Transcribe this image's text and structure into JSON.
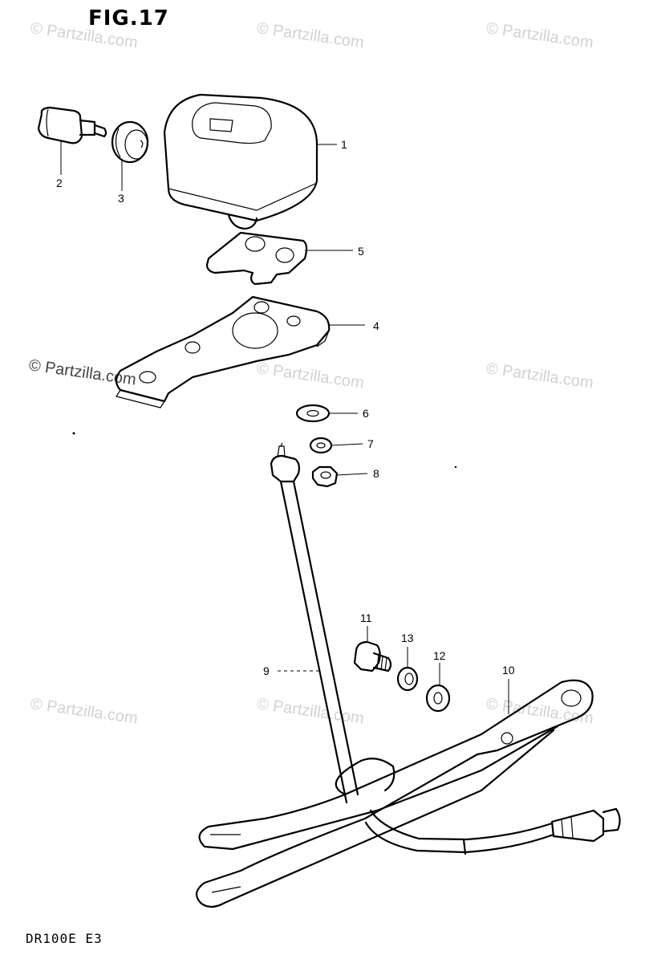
{
  "figure": {
    "title": "FIG.17",
    "model_code": "DR100E E3"
  },
  "watermarks": [
    {
      "text": "© Partzilla.com",
      "style": "light"
    },
    {
      "text": "© Partzilla.com",
      "style": "light"
    },
    {
      "text": "© Partzilla.com",
      "style": "light"
    },
    {
      "text": "© Partzilla.com",
      "style": "dark"
    },
    {
      "text": "© Partzilla.com",
      "style": "light"
    },
    {
      "text": "© Partzilla.com",
      "style": "light"
    },
    {
      "text": "© Partzilla.com",
      "style": "light"
    },
    {
      "text": "© Partzilla.com",
      "style": "light"
    },
    {
      "text": "© Partzilla.com",
      "style": "light"
    }
  ],
  "callouts": [
    "1",
    "2",
    "3",
    "4",
    "5",
    "6",
    "7",
    "8",
    "9",
    "10",
    "11",
    "12",
    "13"
  ],
  "parts": [
    {
      "ref": "1",
      "item": "regulator-box"
    },
    {
      "ref": "2",
      "item": "connector-plug"
    },
    {
      "ref": "3",
      "item": "grommet"
    },
    {
      "ref": "4",
      "item": "mounting-bracket"
    },
    {
      "ref": "5",
      "item": "mounting-plate"
    },
    {
      "ref": "6",
      "item": "washer"
    },
    {
      "ref": "7",
      "item": "lock-washer"
    },
    {
      "ref": "8",
      "item": "nut"
    },
    {
      "ref": "9",
      "item": "rod"
    },
    {
      "ref": "10",
      "item": "wire-harness-loop"
    },
    {
      "ref": "11",
      "item": "bolt"
    },
    {
      "ref": "12",
      "item": "washer"
    },
    {
      "ref": "13",
      "item": "lock-washer"
    }
  ]
}
